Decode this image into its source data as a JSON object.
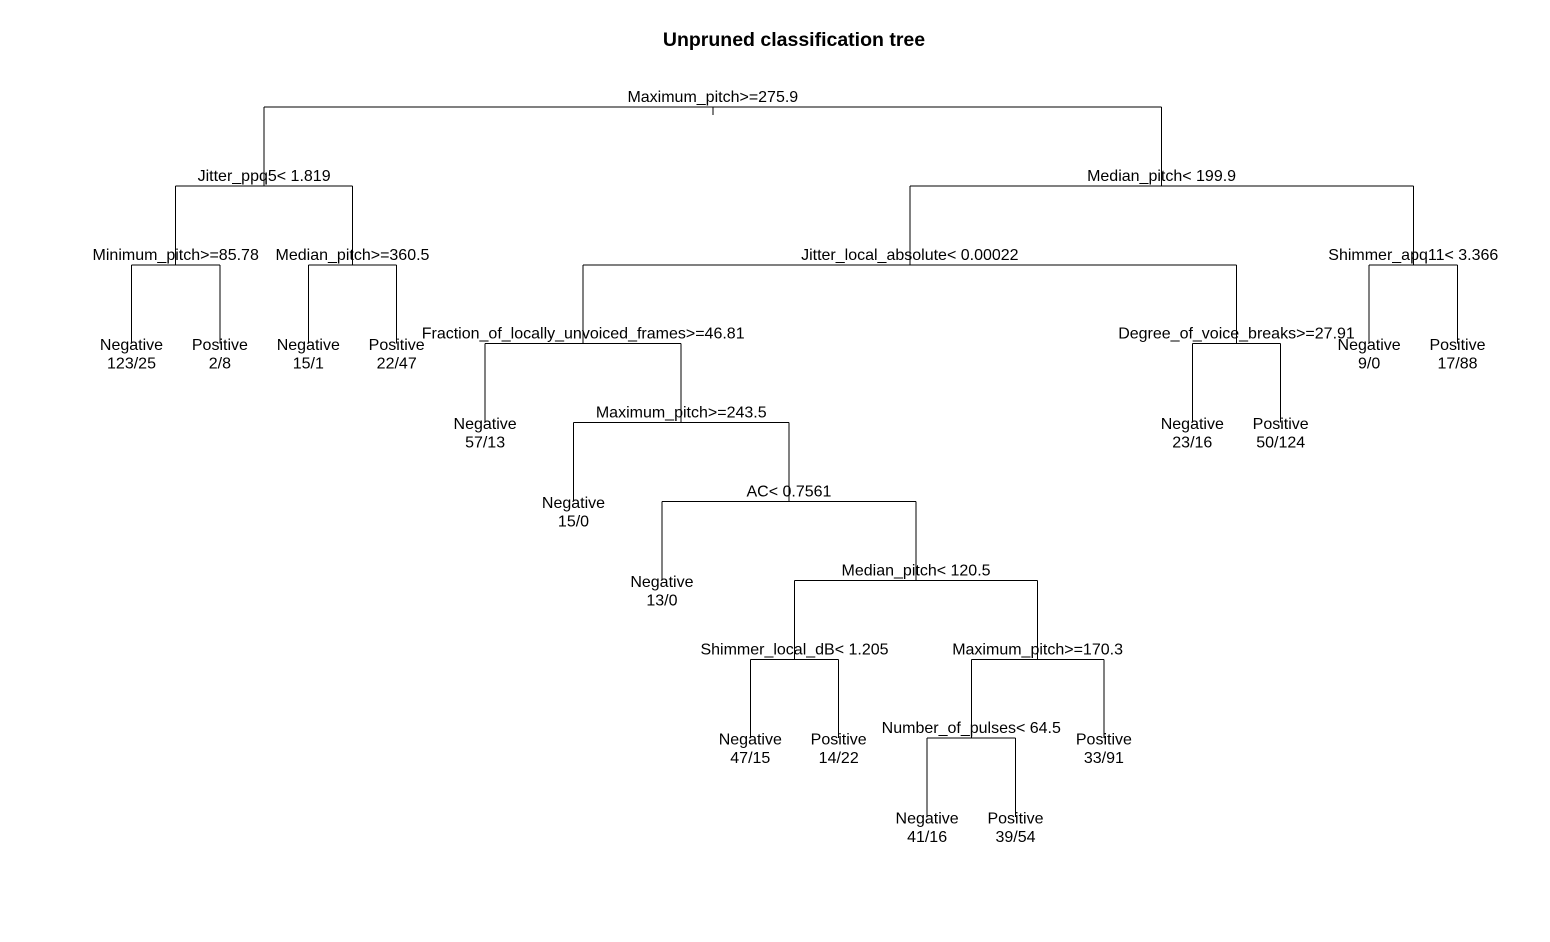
{
  "title": "Unpruned classification tree",
  "tree": {
    "split": "Maximum_pitch>=275.9",
    "children": [
      {
        "split": "Jitter_ppq5< 1.819",
        "children": [
          {
            "split": "Minimum_pitch>=85.78",
            "children": [
              {
                "class": "Negative",
                "counts": "123/25"
              },
              {
                "class": "Positive",
                "counts": "2/8"
              }
            ]
          },
          {
            "split": "Median_pitch>=360.5",
            "children": [
              {
                "class": "Negative",
                "counts": "15/1"
              },
              {
                "class": "Positive",
                "counts": "22/47"
              }
            ]
          }
        ]
      },
      {
        "split": "Median_pitch< 199.9",
        "children": [
          {
            "split": "Jitter_local_absolute< 0.00022",
            "children": [
              {
                "split": "Fraction_of_locally_unvoiced_frames>=46.81",
                "children": [
                  {
                    "class": "Negative",
                    "counts": "57/13"
                  },
                  {
                    "split": "Maximum_pitch>=243.5",
                    "children": [
                      {
                        "class": "Negative",
                        "counts": "15/0"
                      },
                      {
                        "split": "AC< 0.7561",
                        "children": [
                          {
                            "class": "Negative",
                            "counts": "13/0"
                          },
                          {
                            "split": "Median_pitch< 120.5",
                            "children": [
                              {
                                "split": "Shimmer_local_dB< 1.205",
                                "children": [
                                  {
                                    "class": "Negative",
                                    "counts": "47/15"
                                  },
                                  {
                                    "class": "Positive",
                                    "counts": "14/22"
                                  }
                                ]
                              },
                              {
                                "split": "Maximum_pitch>=170.3",
                                "children": [
                                  {
                                    "split": "Number_of_pulses< 64.5",
                                    "children": [
                                      {
                                        "class": "Negative",
                                        "counts": "41/16"
                                      },
                                      {
                                        "class": "Positive",
                                        "counts": "39/54"
                                      }
                                    ]
                                  },
                                  {
                                    "class": "Positive",
                                    "counts": "33/91"
                                  }
                                ]
                              }
                            ]
                          }
                        ]
                      }
                    ]
                  }
                ]
              },
              {
                "split": "Degree_of_voice_breaks>=27.91",
                "children": [
                  {
                    "class": "Negative",
                    "counts": "23/16"
                  },
                  {
                    "class": "Positive",
                    "counts": "50/124"
                  }
                ]
              }
            ]
          },
          {
            "split": "Shimmer_apq11< 3.366",
            "children": [
              {
                "class": "Negative",
                "counts": "9/0"
              },
              {
                "class": "Positive",
                "counts": "17/88"
              }
            ]
          }
        ]
      }
    ]
  }
}
